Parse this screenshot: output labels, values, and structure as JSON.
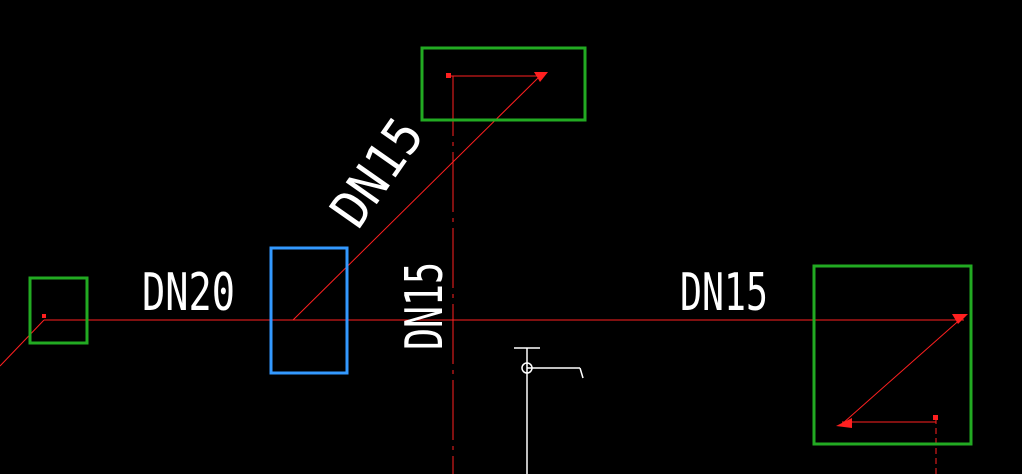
{
  "drawing": {
    "background": "#000000",
    "pipe_color": "#ff0000",
    "label_color": "#ffffff",
    "highlight_green": "#22aa22",
    "highlight_blue": "#3399ff"
  },
  "labels": {
    "main_left": "DN20",
    "diagonal": "DN15",
    "vertical": "DN15",
    "main_right": "DN15"
  },
  "symbols": {
    "tee_fixture": "valve-symbol"
  }
}
